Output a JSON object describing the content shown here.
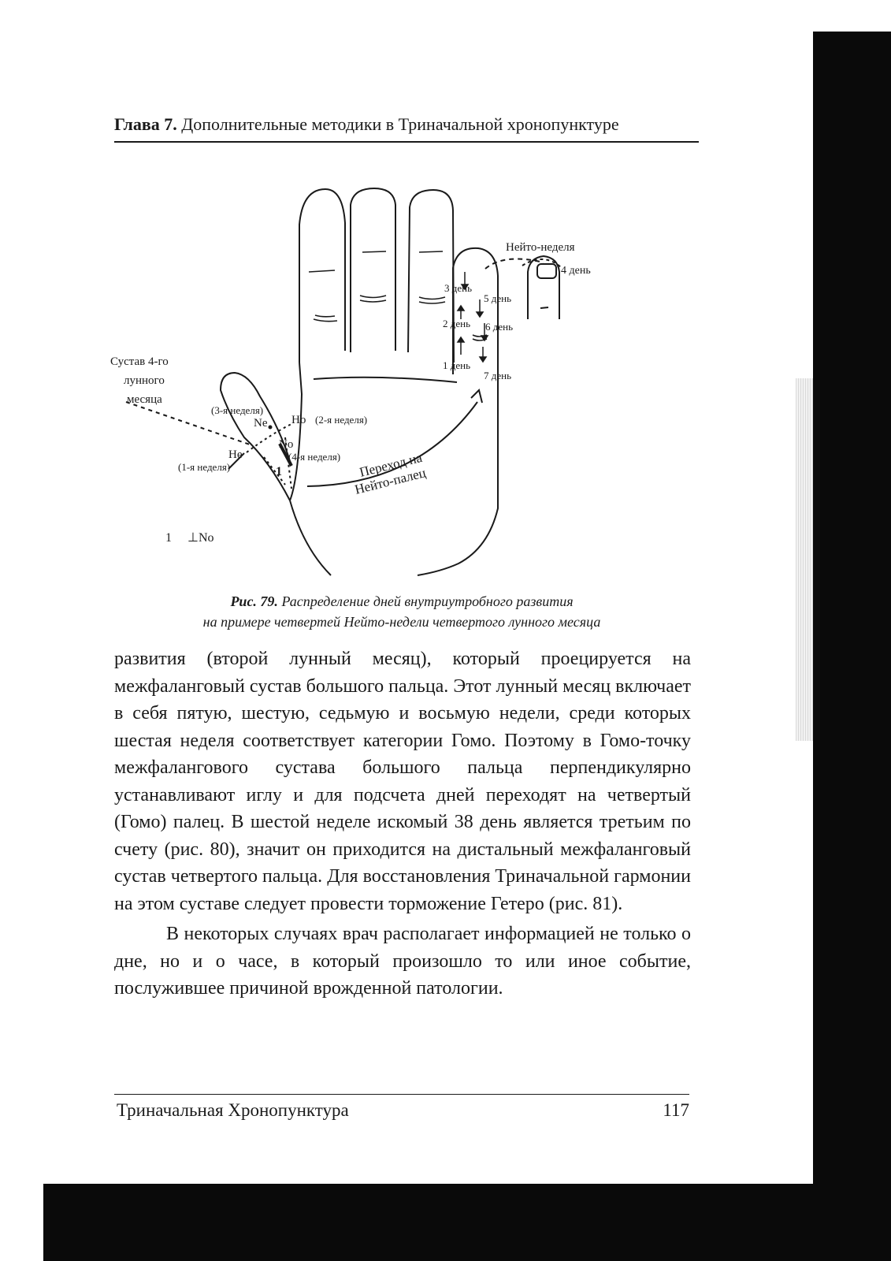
{
  "header": {
    "chapter_label": "Глава 7.",
    "chapter_title": "Дополнительные методики в Триначальной хронопунктуре"
  },
  "figure": {
    "labels": {
      "joint": [
        "Сустав 4-го",
        "лунного",
        "месяца"
      ],
      "neito_week": "Нейто-неделя",
      "day4": "4 день",
      "day3": "3 день",
      "day5": "5 день",
      "day2": "2 день",
      "day6": "6 день",
      "day1": "1 день",
      "day7": "7 день",
      "week3": "(3-я неделя)",
      "ne": "Ne",
      "ho": "Ho",
      "week2": "(2-я неделя)",
      "no": "No",
      "week4": "(4-я неделя)",
      "he": "He",
      "week1": "(1-я неделя)",
      "marker": "1",
      "transition_1": "Переход на",
      "transition_2": "Нейто-палец",
      "legend_num": "1",
      "legend_sym": "⊥No"
    }
  },
  "caption": {
    "label": "Рис. 79.",
    "line1": "Распределение дней внутриутробного развития",
    "line2": "на примере четвертей Нейто-недели четвертого лунного месяца"
  },
  "body": {
    "paragraph1": "развития (второй лунный месяц), который проецируется на межфаланговый сустав большого пальца. Этот лунный месяц включает в себя пятую, шестую, седьмую и восьмую недели, среди которых шестая неделя соответствует категории Гомо. Поэтому в Гомо-точку межфалангового сустава большого пальца перпендикулярно устанавливают иглу и для подсчета дней переходят на четвертый (Гомо) палец. В шестой неделе искомый 38 день является третьим по счету (рис. 80), значит он приходится на дистальный межфаланговый сустав четвертого пальца. Для восстановления Триначальной гармонии на этом суставе следует провести торможение Гетеро (рис. 81).",
    "paragraph2": "В некоторых случаях врач располагает информацией не только о дне, но и о часе, в который произошло то или иное событие, послужившее причиной врожденной патологии."
  },
  "footer": {
    "book_title": "Триначальная Хронопунктура",
    "page_number": "117"
  }
}
